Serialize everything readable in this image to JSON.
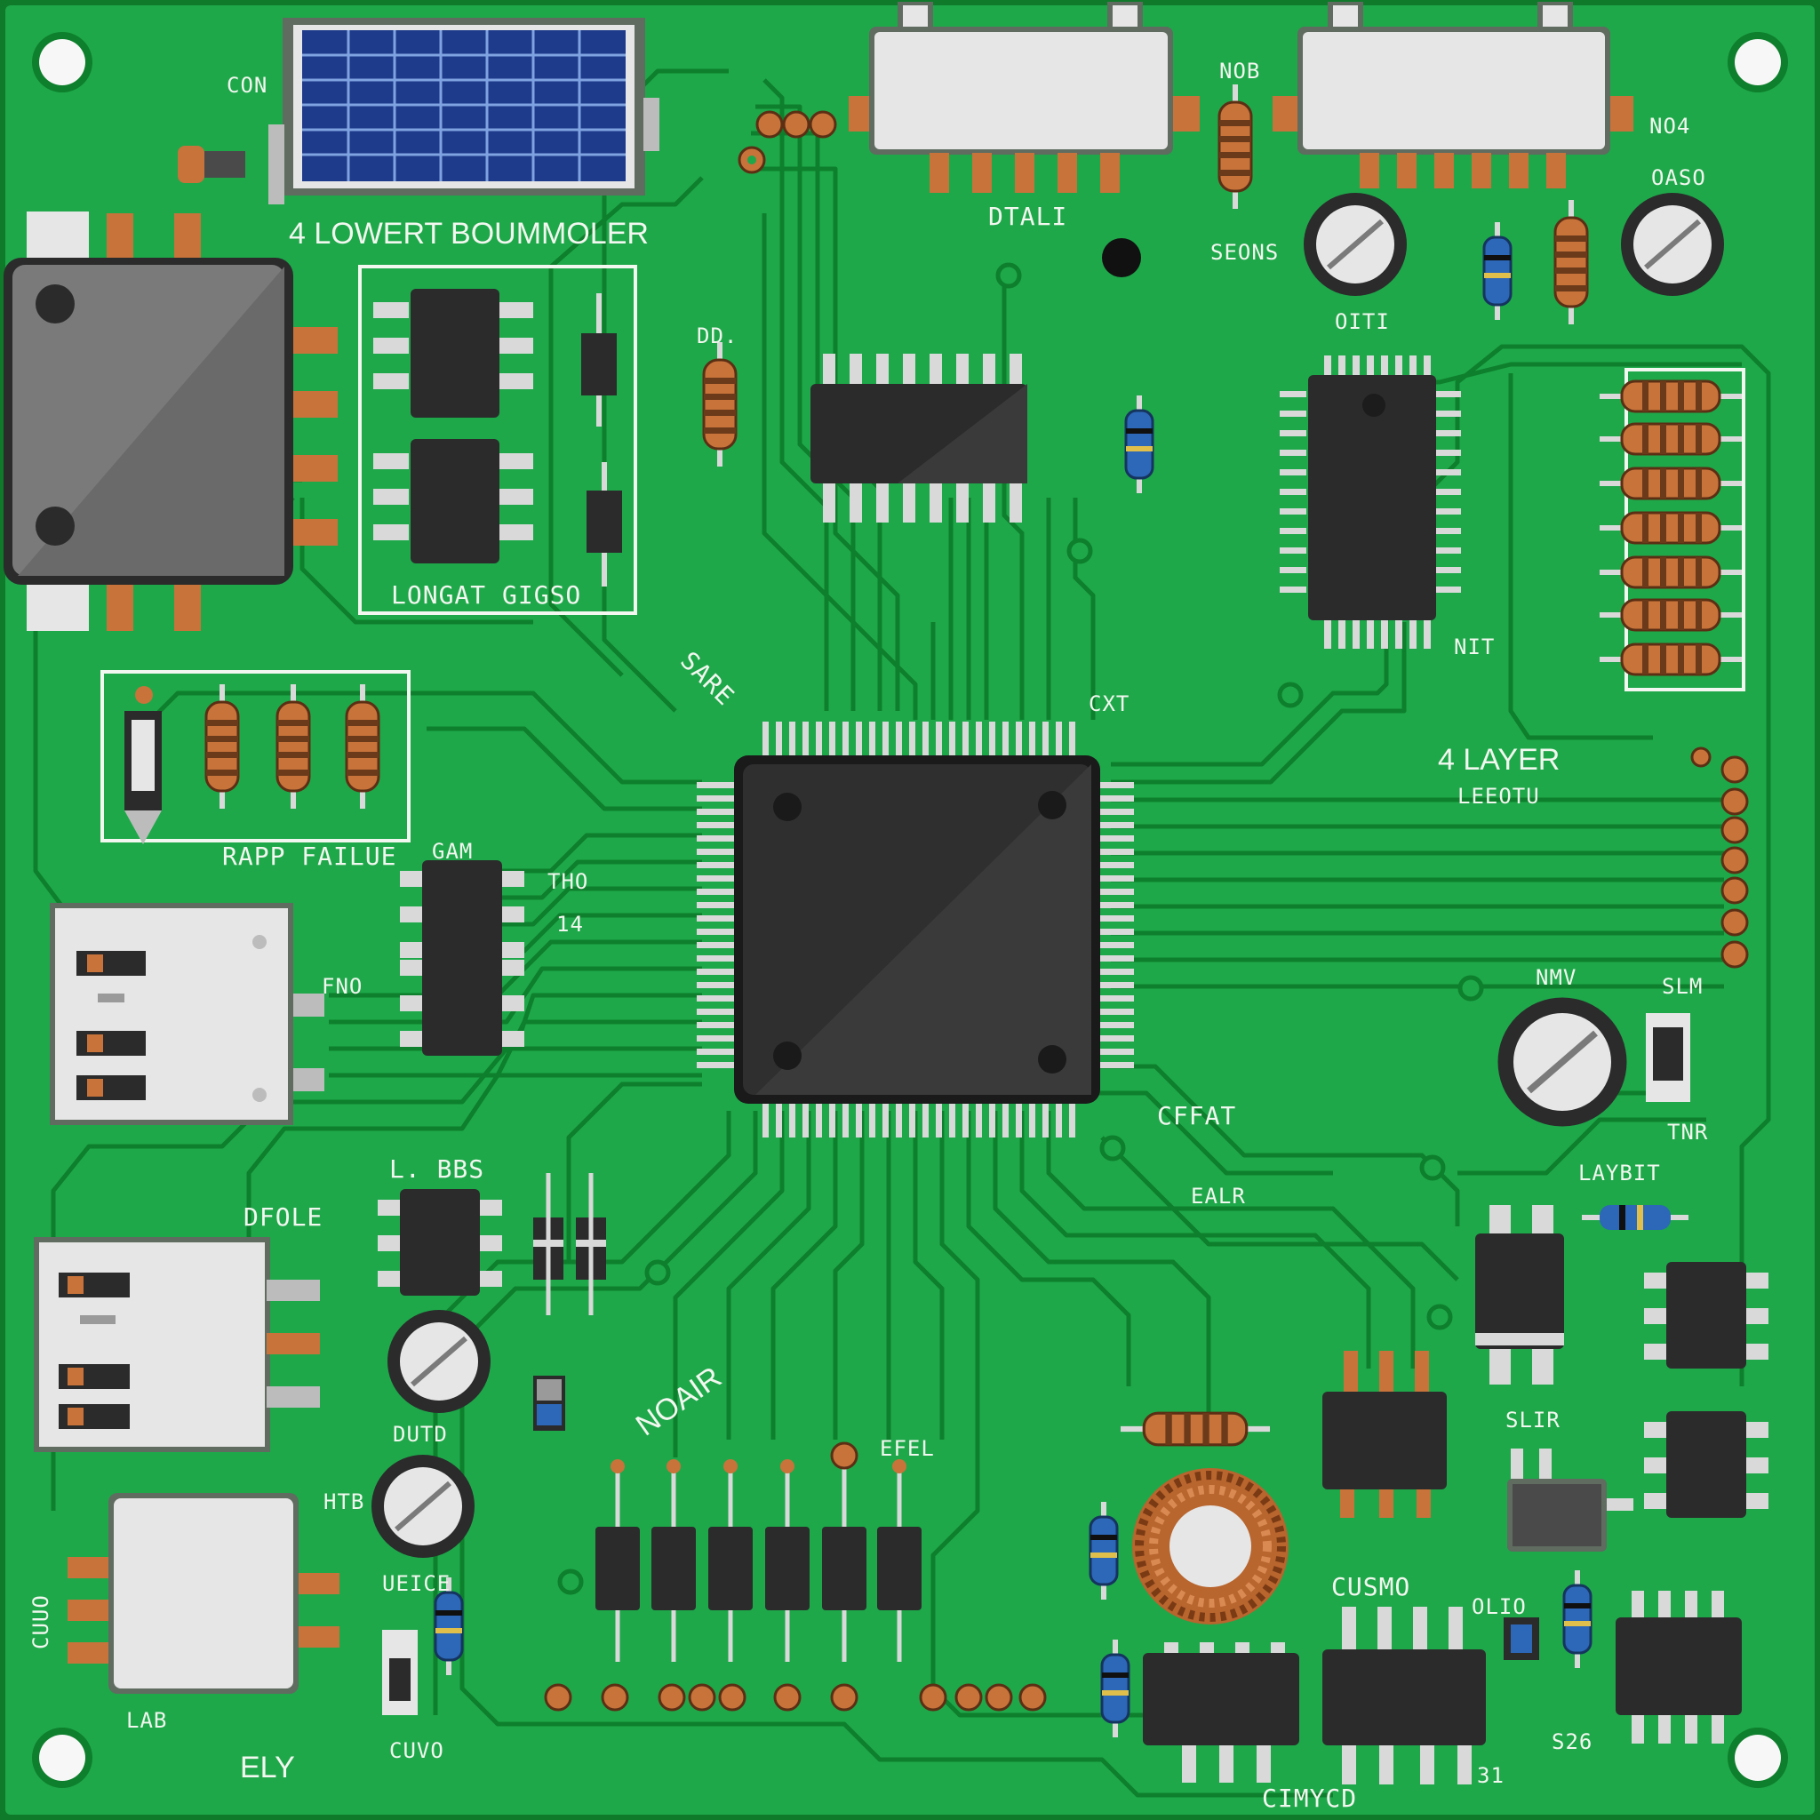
{
  "colors": {
    "board": "#1ea84a",
    "board_edge": "#0f7a2a",
    "trace": "#0e7f2c",
    "silkscreen": "#f2f7ef",
    "ic_body": "#2b2b2b",
    "pin": "#d9d9d9",
    "copper": "#c8733a",
    "connector": "#e6e6e6",
    "solar_cell": "#1e3a8a"
  },
  "labels": {
    "con": "CON",
    "layer_title": "4 LOWERT BOUMMOLER",
    "longat": "LONGAT GIGSO",
    "rapp": "RAPP FAILUE",
    "sare": "SARE",
    "ditali": "DTALI",
    "seons": "SEONS",
    "oiti": "OITI",
    "oaso": "OASO",
    "nob": "NOB",
    "noq": "NO4",
    "dd": "DD.",
    "cxt": "CXT",
    "layer4": "4 LAYER",
    "layer4_sub": "LEEOTU",
    "nit": "NIT",
    "gam": "GAM",
    "tho": "THO",
    "fno": "FNO",
    "cffat": "CFFAT",
    "dfole": "DFOLE",
    "lbbs": "L. BBS",
    "ealr": "EALR",
    "nmv": "NMV",
    "slm": "SLM",
    "tnr": "TNR",
    "laybit": "LAYBIT",
    "noair": "NOAIR",
    "efel": "EFEL",
    "cusmo": "CUSMO",
    "cimycd": "CIMYCD",
    "ely": "ELY",
    "lab": "LAB",
    "cuvo": "CUVO",
    "s26": "S26",
    "slir": "SLIR",
    "olio": "OLIO",
    "dutd": "DUTD",
    "htb": "HTB",
    "ueice": "UEICE",
    "n14": "14",
    "n31": "31",
    "cuuo": "CUUO"
  }
}
